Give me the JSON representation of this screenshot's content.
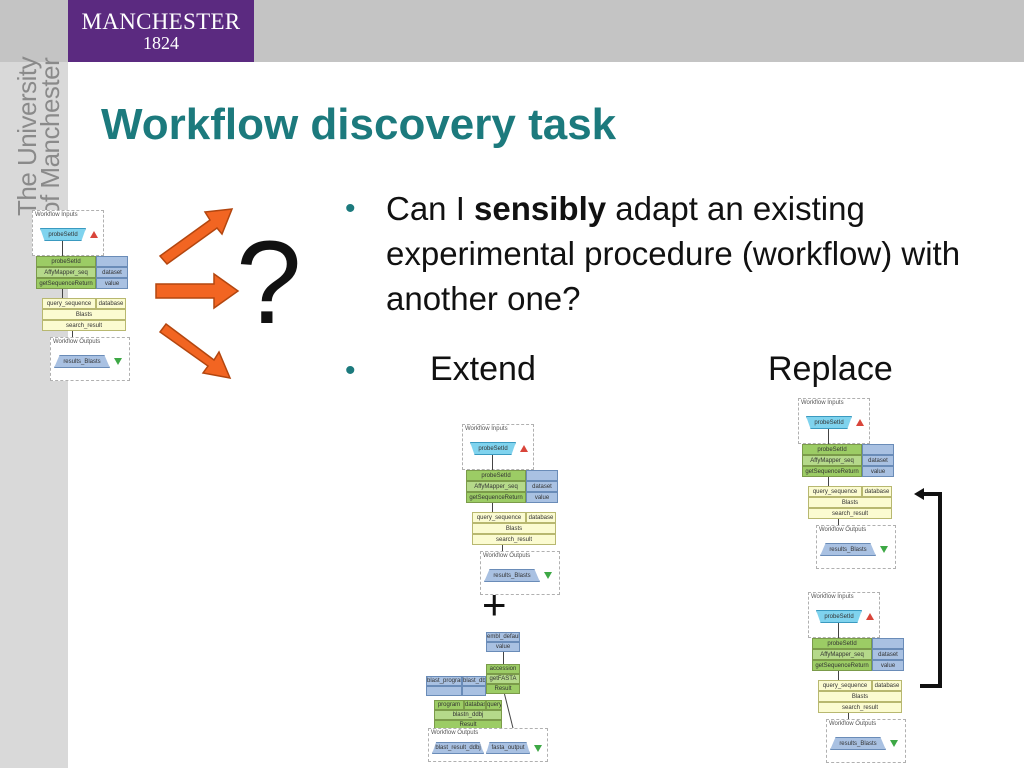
{
  "header": {
    "logo_name": "MANCHESTER",
    "logo_year": "1824",
    "side_text_line1": "The University",
    "side_text_line2": "of Manchester"
  },
  "slide": {
    "title": "Workflow discovery task",
    "bullet1_pre": "Can I ",
    "bullet1_bold": "sensibly",
    "bullet1_post": " adapt an existing experimental procedure (workflow) with another one?",
    "label_extend": "Extend",
    "label_replace": "Replace",
    "question_mark": "?",
    "plus": "+",
    "bullet_glyph": "•"
  },
  "workflow": {
    "inputs_label": "Workflow Inputs",
    "outputs_label": "Workflow Outputs",
    "probe": "probeSetId",
    "mapper": "probeSetId",
    "mapper_name": "AffyMapper_seq",
    "mapper_return": "getSequenceReturn",
    "dataset": "dataset",
    "value": "value",
    "query": "query_sequence",
    "database": "database",
    "blasts": "Blasts",
    "search_result": "search_result",
    "result": "results_Blasts"
  },
  "workflow2": {
    "top1": "embl_default",
    "top2": "value",
    "blast_program": "blast_program",
    "blast_db": "blast_db",
    "acc": "accession",
    "getfasta": "getFASTA",
    "result": "Result",
    "program": "program",
    "database": "database",
    "query": "query",
    "blastn": "blastn_ddbj",
    "outputs_label": "Workflow Outputs",
    "out1": "blast_result_ddbj",
    "out2": "fasta_output"
  },
  "colors": {
    "title": "#1c7a7d",
    "logo_bg": "#5b2a80",
    "arrow": "#f26522"
  }
}
